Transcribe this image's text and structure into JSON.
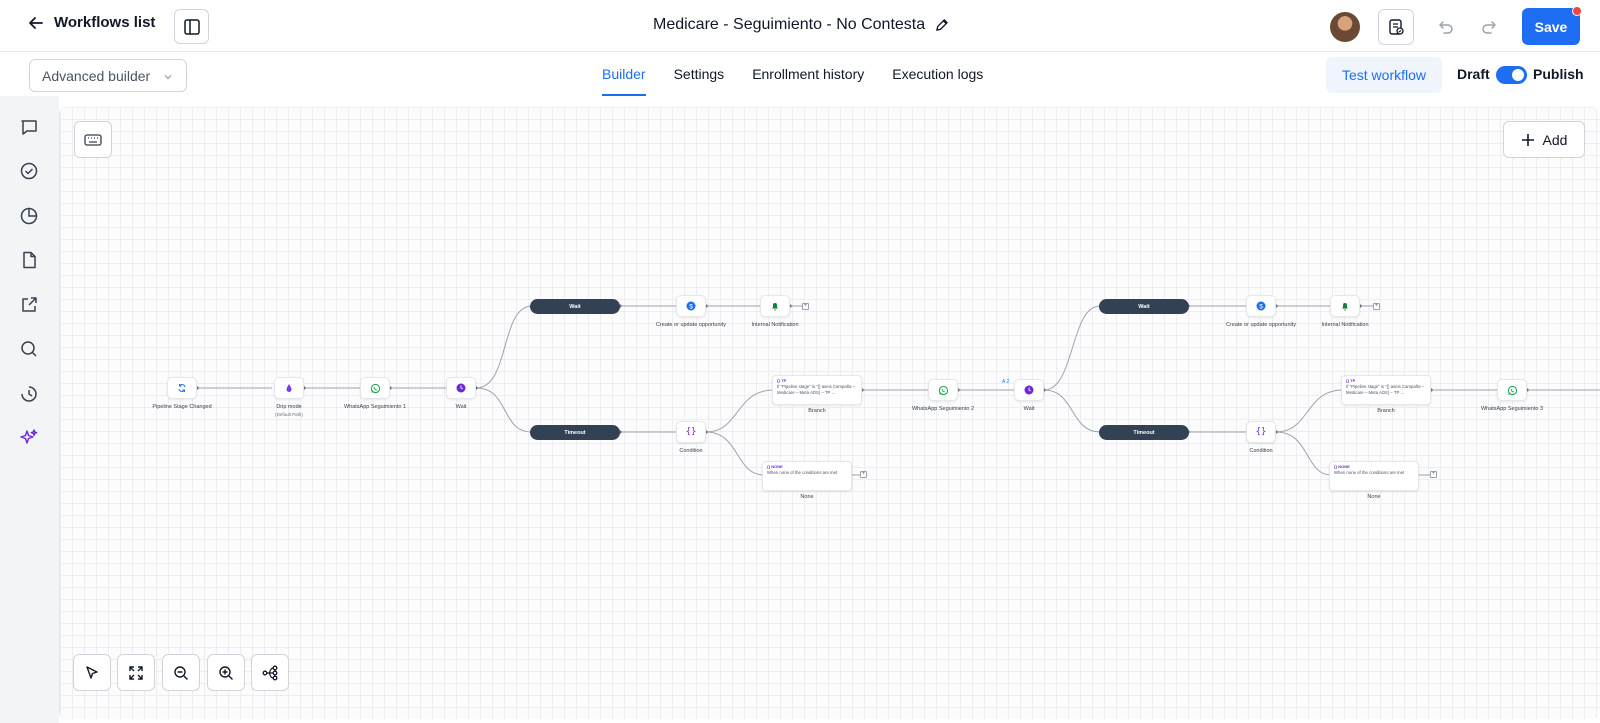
{
  "header": {
    "back_label": "Workflows list",
    "workflow_title": "Medicare - Seguimiento - No Contesta",
    "save_label": "Save"
  },
  "subbar": {
    "mode": "Advanced builder",
    "tabs": [
      {
        "label": "Builder",
        "active": true
      },
      {
        "label": "Settings",
        "active": false
      },
      {
        "label": "Enrollment history",
        "active": false
      },
      {
        "label": "Execution logs",
        "active": false
      }
    ],
    "test_label": "Test workflow",
    "draft_label": "Draft",
    "publish_label": "Publish",
    "published": true
  },
  "rail_icons": [
    "chat-icon",
    "check-circle-icon",
    "pie-chart-icon",
    "document-icon",
    "external-link-icon",
    "search-icon",
    "history-icon",
    "sparkle-icon"
  ],
  "canvas": {
    "add_label": "Add",
    "nodes": {
      "trigger": "Pipeline Stage Changed",
      "drip": "Drip mode",
      "drip_sub": "(Default Path)",
      "wa1": "WhatsApp Seguimiento 1",
      "wait1": "Wait",
      "wait_pill_1": "Wait",
      "timeout_pill_1": "Timeout",
      "opp1": "Create or update opportunity",
      "notif1": "Internal Notification",
      "cond1": "Condition",
      "branch1_tag": "{}  TP",
      "branch1_text": "If \"Pipeline stage\" is \"{} aseis Campaña – Medicare – Meta ADS} – TP ...",
      "branch1_label": "Branch",
      "none1_tag": "{}  NONE",
      "none1_text": "When none of the conditions are met",
      "none1_label": "None",
      "wa2": "WhatsApp Seguimiento 2",
      "ab_tag": "A  2",
      "wait2": "Wait",
      "wait_pill_2": "Wait",
      "timeout_pill_2": "Timeout",
      "opp2": "Create or update opportunity",
      "notif2": "Internal Notification",
      "cond2": "Condition",
      "branch2_tag": "{}  TP",
      "branch2_text": "If \"Pipeline stage\" is \"{} aseis Campaña – Medicare – Meta ADS} – TP ...",
      "branch2_label": "Branch",
      "none2_tag": "{}  NONE",
      "none2_text": "When none of the conditions are met",
      "none2_label": "None",
      "wa3": "WhatsApp Seguimiento 3"
    }
  },
  "colors": {
    "accent": "#1d6ef2",
    "pill": "#334155",
    "whatsapp": "#16a34a",
    "wait": "#6d28d9",
    "drip": "#7c3aed",
    "notify": "#15803d"
  }
}
